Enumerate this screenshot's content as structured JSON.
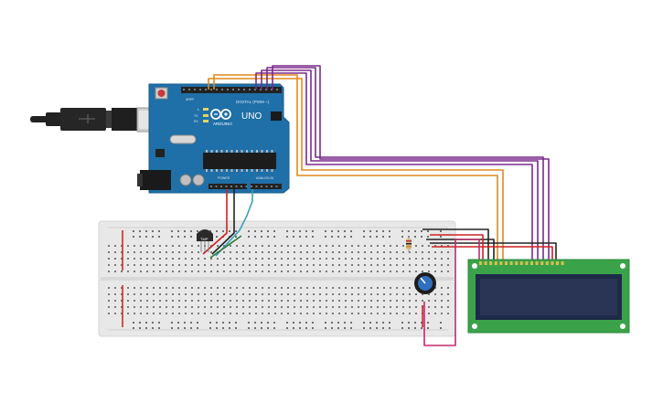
{
  "arduino": {
    "brand": "ARDUINO",
    "model": "UNO",
    "digital_header": "DIGITAL (PWM ~)",
    "power_header": "POWER",
    "analog_header": "ANALOG IN",
    "aref": "AREF",
    "gnd": "GND",
    "tx": "TX",
    "rx": "RX",
    "l_led": "L"
  },
  "sensor": {
    "label": "TMP"
  },
  "colors": {
    "board": "#1f6fa8",
    "board_dark": "#145a8c",
    "breadboard": "#e6e6e6",
    "breadboard_rail_red": "#cc2a2a",
    "lcd_pcb": "#3aa34a",
    "lcd_screen": "#2a3556",
    "wire_orange": "#e08a1a",
    "wire_purple": "#7a2a8c",
    "wire_black": "#222222",
    "wire_red": "#d02020",
    "wire_teal": "#3aa0b8",
    "wire_green": "#2a7a3a",
    "wire_pink": "#c02a6a"
  },
  "icons": [
    "usb-cable-icon",
    "arduino-logo-icon",
    "reset-button-icon",
    "potentiometer-icon",
    "resistor-icon",
    "temperature-sensor-icon"
  ]
}
